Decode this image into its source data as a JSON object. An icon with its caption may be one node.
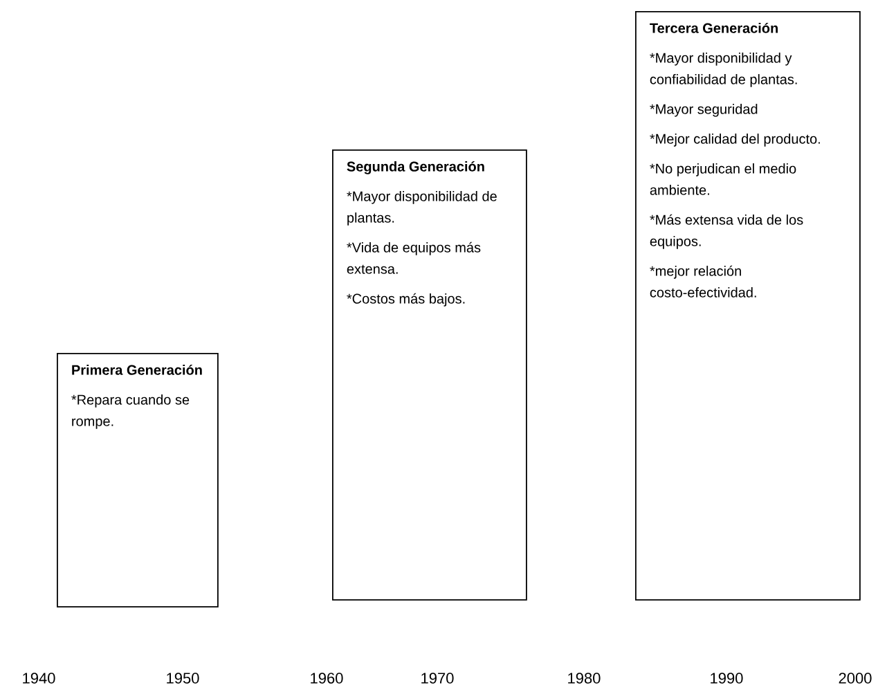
{
  "diagram": {
    "nodes": [
      {
        "text": [
          "Primera Generación",
          "*Repara cuando se rompe."
        ]
      },
      {
        "text": [
          "Segunda Generación",
          "*Mayor disponibilidad de plantas.",
          "*Vida de equipos más extensa.",
          "*Costos más bajos."
        ]
      },
      {
        "text": [
          "Tercera Generación",
          "*Mayor disponibilidad y confiabilidad de plantas.",
          "*Mayor seguridad",
          "*Mejor calidad del producto.",
          "*No perjudican el medio ambiente.",
          "*Más extensa vida de los equipos.",
          "*mejor relación costo-efectividad."
        ]
      }
    ],
    "labels": [
      "1940",
      "1950",
      "1960",
      "1970",
      "1980",
      "1990",
      "2000"
    ]
  }
}
